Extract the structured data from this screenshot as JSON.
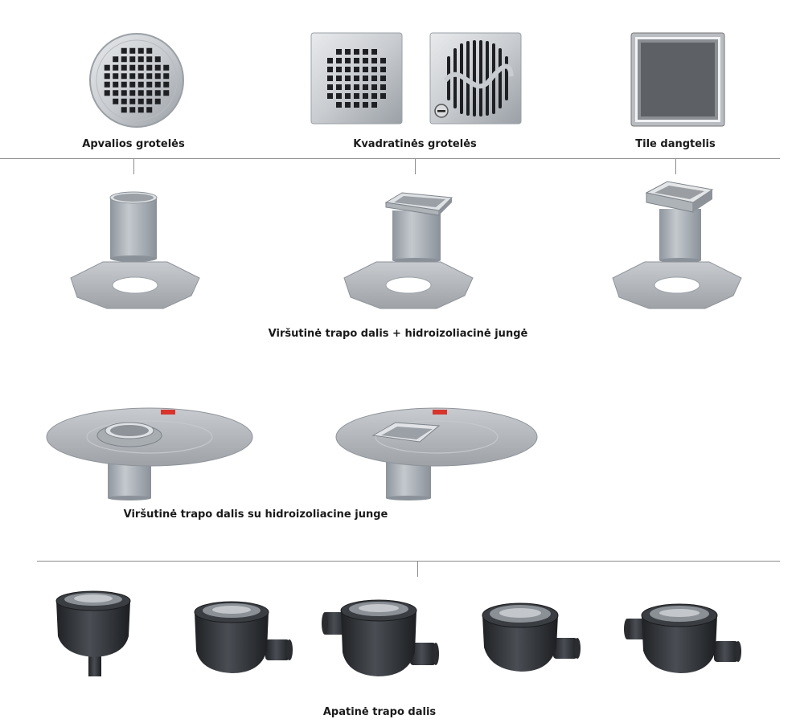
{
  "labels": {
    "round_grates": "Apvalios grotelės",
    "square_grates": "Kvadratinės grotelės",
    "tile_cover": "Tile dangtelis",
    "upper_plus_membrane": "Viršutinė trapo dalis + hidroizoliacinė jungė",
    "upper_with_membrane": "Viršutinė trapo dalis su hidroizoliacine junge",
    "lower_part": "Apatinė trapo dalis"
  },
  "colors": {
    "steel": "#c9ccd0",
    "steel_dark": "#8e939a",
    "tube": "#a9b0b8",
    "membrane": "#b5b8bc",
    "body_black": "#2f3236",
    "line": "#8c8c8c",
    "accent_red": "#d8342c"
  },
  "icons": {
    "round_grate": "round-square-grid-grate",
    "square_grate": "square-grid-grate",
    "wave_grate": "wave-slot-grate",
    "tile_insert": "tile-insert-cover",
    "upper_round": "round-upper-part",
    "upper_square": "square-upper-part",
    "membrane_collar": "octagon-membrane",
    "flange_round": "flanged-round-upper",
    "flange_square": "flanged-square-upper",
    "trap_body": "drain-trap-body"
  }
}
